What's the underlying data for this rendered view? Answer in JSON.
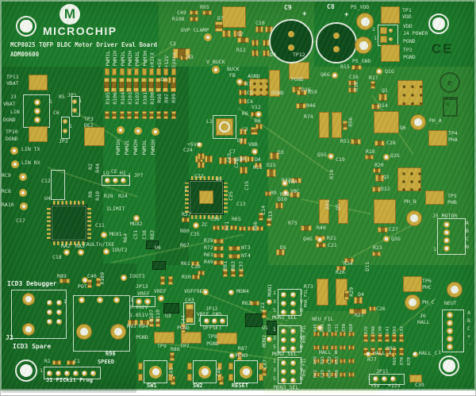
{
  "board": {
    "brand": "MICROCHIP",
    "logo_glyph": "M",
    "title": "MCP8025 TQFP BLDC Motor Driver Eval Board",
    "part_number": "ADM00600"
  },
  "symbols": {
    "ce": "CE",
    "emark": "e"
  },
  "colors": {
    "board_green": "#1b7a2b",
    "silkscreen": "#d9ead3",
    "pad_gold": "#c9a93c"
  },
  "labels": [
    [
      "R95",
      252,
      6
    ],
    [
      "C49",
      223,
      13
    ],
    [
      "R108",
      217,
      21
    ],
    [
      "OVP CLAMP",
      228,
      35
    ],
    [
      "D7",
      274,
      20
    ],
    [
      "Q7",
      299,
      40
    ],
    [
      "C10",
      322,
      26
    ],
    [
      "C9",
      358,
      6,
      "w",
      8
    ],
    [
      "+",
      381,
      14,
      "w",
      9
    ],
    [
      "C8",
      412,
      5,
      "w",
      8
    ],
    [
      "+",
      434,
      15,
      "w",
      9
    ],
    [
      "PS_VDD",
      442,
      6
    ],
    [
      "TP1",
      507,
      10
    ],
    [
      "VDD",
      507,
      18
    ],
    [
      "VDD",
      508,
      30
    ],
    [
      "J4 POWER",
      508,
      39
    ],
    [
      "PGND",
      508,
      49
    ],
    [
      "2",
      469,
      34
    ],
    [
      "1",
      471,
      45
    ],
    [
      "PS_GND",
      444,
      74
    ],
    [
      "TP2",
      508,
      60
    ],
    [
      "PGND",
      508,
      69
    ],
    [
      "C3",
      214,
      52
    ],
    [
      "R3",
      236,
      69
    ],
    [
      "R12",
      298,
      60
    ],
    [
      "D9",
      340,
      66
    ],
    [
      "V_BUCK",
      260,
      75
    ],
    [
      "BUCK",
      286,
      84
    ],
    [
      "FB",
      289,
      92
    ],
    [
      "AGND",
      312,
      93
    ],
    [
      "R7",
      309,
      103
    ],
    [
      "C5",
      311,
      114
    ],
    [
      "C4",
      311,
      125
    ],
    [
      "DGND",
      342,
      114
    ],
    [
      "TP12",
      369,
      66
    ],
    [
      "PGND",
      367,
      97
    ],
    [
      "PWM1L",
      133,
      64,
      "v"
    ],
    [
      "PWM1H",
      142,
      64,
      "v"
    ],
    [
      "PWM2L",
      152,
      64,
      "v"
    ],
    [
      "PWM2H",
      161,
      64,
      "v"
    ],
    [
      "PWM3L",
      170,
      64,
      "v"
    ],
    [
      "PWM3H",
      180,
      64,
      "v"
    ],
    [
      "+RIFX",
      189,
      66,
      "v"
    ],
    [
      "+5V",
      198,
      74,
      "v"
    ],
    [
      "+12V",
      207,
      70,
      "v"
    ],
    [
      "Spare",
      216,
      66,
      "v"
    ],
    [
      "R105",
      133,
      116,
      "v"
    ],
    [
      "R106",
      142,
      116,
      "v"
    ],
    [
      "R104",
      152,
      116,
      "v"
    ],
    [
      "R103",
      161,
      116,
      "v"
    ],
    [
      "R102",
      170,
      116,
      "v"
    ],
    [
      "R101",
      180,
      116,
      "v"
    ],
    [
      "R100",
      189,
      116,
      "v"
    ],
    [
      "R98",
      198,
      118,
      "v"
    ],
    [
      "R97",
      207,
      118,
      "v"
    ],
    [
      "R99",
      216,
      118,
      "v"
    ],
    [
      "PWM1H",
      146,
      176,
      "v"
    ],
    [
      "PWM2L",
      157,
      176,
      "v"
    ],
    [
      "PWM2H",
      168,
      176,
      "v"
    ],
    [
      "PWM3L",
      179,
      176,
      "v"
    ],
    [
      "PWM3H",
      190,
      176,
      "v"
    ],
    [
      "TP11",
      8,
      94
    ],
    [
      "VBAT",
      8,
      102
    ],
    [
      "J3",
      13,
      119
    ],
    [
      "VBAT",
      4,
      128
    ],
    [
      "LIN",
      13,
      138
    ],
    [
      "DGND",
      4,
      148
    ],
    [
      "1",
      62,
      125
    ],
    [
      "R5",
      74,
      119
    ],
    [
      "JP1",
      85,
      117
    ],
    [
      "1",
      99,
      124
    ],
    [
      "C6",
      67,
      139
    ],
    [
      "1",
      87,
      156
    ],
    [
      "JP2",
      74,
      175
    ],
    [
      "TP3",
      106,
      147
    ],
    [
      "DE2",
      106,
      155
    ],
    [
      "TP10",
      7,
      163
    ],
    [
      "DGND",
      7,
      172
    ],
    [
      "LIN TX",
      27,
      185
    ],
    [
      "LIN RX",
      27,
      202
    ],
    [
      "RC9",
      2,
      218
    ],
    [
      "RC8",
      2,
      238
    ],
    [
      "RA10",
      2,
      255
    ],
    [
      "C12",
      52,
      225
    ],
    [
      "U4",
      56,
      247
    ],
    [
      "C17",
      20,
      275
    ],
    [
      "R2",
      111,
      206,
      "v"
    ],
    [
      "R44",
      120,
      206,
      "v"
    ],
    [
      "LO",
      130,
      215
    ],
    [
      "CE",
      140,
      213
    ],
    [
      "HI",
      151,
      215
    ],
    [
      "1 JP7",
      161,
      218
    ],
    [
      "R8",
      111,
      241,
      "v"
    ],
    [
      "R10",
      120,
      241,
      "v"
    ],
    [
      "R28",
      131,
      244
    ],
    [
      "R24",
      149,
      244
    ],
    [
      "ILIMIT",
      134,
      260
    ],
    [
      "C11",
      120,
      281
    ],
    [
      "MUX1",
      138,
      292
    ],
    [
      "MUX2",
      164,
      279
    ],
    [
      "FAULTn/TXE",
      105,
      305
    ],
    [
      "R64",
      155,
      294,
      "v"
    ],
    [
      "RA2",
      77,
      307
    ],
    [
      "RA3",
      95,
      307
    ],
    [
      "IOUT2",
      141,
      312
    ],
    [
      "C18",
      66,
      321
    ],
    [
      "IOUT3",
      163,
      345
    ],
    [
      "D1",
      203,
      97
    ],
    [
      "C24",
      231,
      186
    ],
    [
      "+5V",
      236,
      179
    ],
    [
      "C7",
      289,
      188
    ],
    [
      "C53",
      294,
      198
    ],
    [
      "D2",
      299,
      174
    ],
    [
      "L1",
      260,
      150
    ],
    [
      "C22",
      245,
      219
    ],
    [
      "U5",
      272,
      223
    ],
    [
      "1",
      232,
      235
    ],
    [
      "R11",
      319,
      208
    ],
    [
      "C63",
      286,
      193,
      "v"
    ],
    [
      "C20",
      295,
      200,
      "v"
    ],
    [
      "C15",
      308,
      228,
      "v"
    ],
    [
      "C25",
      288,
      241,
      "v"
    ],
    [
      "C13",
      298,
      254
    ],
    [
      "R37",
      229,
      267
    ],
    [
      "ZC",
      254,
      280
    ],
    [
      "R80",
      227,
      288
    ],
    [
      "C35",
      240,
      292
    ],
    [
      "R67",
      227,
      306
    ],
    [
      "R79",
      257,
      300
    ],
    [
      "R72",
      257,
      309
    ],
    [
      "R63",
      257,
      318
    ],
    [
      "R49",
      257,
      327
    ],
    [
      "NT3",
      304,
      309
    ],
    [
      "NT4",
      304,
      319
    ],
    [
      "C30",
      241,
      333
    ],
    [
      "R61",
      228,
      329
    ],
    [
      "R50",
      229,
      346
    ],
    [
      "R81",
      281,
      329,
      "v"
    ],
    [
      "R83",
      291,
      329,
      "v"
    ],
    [
      "C37",
      301,
      329,
      "v"
    ],
    [
      "C51",
      168,
      290,
      "v"
    ],
    [
      "C38",
      179,
      290,
      "v"
    ],
    [
      "R82",
      189,
      290,
      "v"
    ],
    [
      "U6",
      195,
      309
    ],
    [
      "C36",
      265,
      273
    ],
    [
      "R65",
      292,
      273
    ],
    [
      "R71",
      283,
      279,
      "v"
    ],
    [
      "R66",
      319,
      279,
      "v"
    ],
    [
      "V12",
      317,
      132
    ],
    [
      "R6",
      305,
      140
    ],
    [
      "D6",
      321,
      149
    ],
    [
      "C2",
      305,
      160
    ],
    [
      "VBB",
      313,
      179
    ],
    [
      "D8",
      302,
      197
    ],
    [
      "D4",
      321,
      198
    ],
    [
      "D3",
      350,
      189
    ],
    [
      "VBA",
      363,
      226
    ],
    [
      "VBC",
      366,
      238
    ],
    [
      "R9",
      341,
      240
    ],
    [
      "D10",
      350,
      248
    ],
    [
      "C14",
      329,
      259,
      "v"
    ],
    [
      "R13",
      338,
      266,
      "v"
    ],
    [
      "D5",
      353,
      309
    ],
    [
      "D15",
      336,
      205
    ],
    [
      "R43",
      355,
      224
    ],
    [
      "R36",
      353,
      242
    ],
    [
      "R74",
      383,
      144
    ],
    [
      "R75",
      363,
      278
    ],
    [
      "R40",
      399,
      284
    ],
    [
      "Q4G",
      382,
      298
    ],
    [
      "R21",
      412,
      297
    ],
    [
      "C21",
      413,
      306
    ],
    [
      "R19",
      415,
      214,
      "v"
    ],
    [
      "R41",
      410,
      252,
      "v"
    ],
    [
      "Q5",
      423,
      257,
      "v"
    ],
    [
      "Q5G",
      400,
      192
    ],
    [
      "C19",
      423,
      198
    ],
    [
      "R51",
      429,
      175
    ],
    [
      "R56",
      439,
      148,
      "v"
    ],
    [
      "D16",
      380,
      110
    ],
    [
      "R59",
      388,
      113
    ],
    [
      "R46",
      386,
      130
    ],
    [
      "Q6G",
      404,
      91
    ],
    [
      "R15",
      429,
      81
    ],
    [
      "C16",
      440,
      94
    ],
    [
      "R17",
      465,
      95
    ],
    [
      "Q1",
      481,
      111
    ],
    [
      "D14",
      477,
      130
    ],
    [
      "R16",
      446,
      103,
      "v"
    ],
    [
      "Q1G",
      485,
      87
    ],
    [
      "R18",
      461,
      188
    ],
    [
      "C28",
      487,
      177
    ],
    [
      "Q2G",
      492,
      193
    ],
    [
      "R20",
      472,
      205
    ],
    [
      "Q2",
      483,
      220
    ],
    [
      "D12",
      480,
      235
    ],
    [
      "Q3G",
      493,
      298
    ],
    [
      "R23",
      470,
      309
    ],
    [
      "C27",
      490,
      286
    ],
    [
      "Q6",
      504,
      158
    ],
    [
      "PH_A",
      541,
      149
    ],
    [
      "TP4",
      565,
      165
    ],
    [
      "PHA",
      565,
      173
    ],
    [
      "PH_B",
      509,
      251
    ],
    [
      "TP5",
      564,
      244
    ],
    [
      "PHB",
      564,
      252
    ],
    [
      "J5 MOTOR",
      545,
      269
    ],
    [
      "A",
      587,
      278
    ],
    [
      "B",
      587,
      288
    ],
    [
      "C",
      587,
      298
    ],
    [
      "N",
      587,
      308
    ],
    [
      "1",
      546,
      311
    ],
    [
      "ICD3 Debugger",
      9,
      354,
      "w",
      8
    ],
    [
      "J2",
      7,
      422,
      "w",
      8
    ],
    [
      "ICD3 Spare",
      16,
      433,
      "w",
      8
    ],
    [
      "R89",
      72,
      345
    ],
    [
      "POT",
      98,
      358
    ],
    [
      "C40",
      110,
      345
    ],
    [
      "R109",
      126,
      343,
      "v"
    ],
    [
      "R96",
      133,
      443,
      "w",
      7
    ],
    [
      "SPEED",
      123,
      453,
      "w",
      7
    ],
    [
      "R1",
      56,
      452
    ],
    [
      "C1",
      93,
      452
    ],
    [
      "1",
      50,
      464
    ],
    [
      "J1 PICkit Prog",
      58,
      476,
      "w",
      7
    ],
    [
      "1",
      80,
      377
    ],
    [
      "JP13",
      171,
      358
    ],
    [
      "VREF",
      173,
      367
    ],
    [
      "1",
      164,
      375
    ],
    [
      "VREF",
      194,
      364
    ],
    [
      "0.992V",
      163,
      384
    ],
    [
      "1.651V",
      163,
      394
    ],
    [
      "R93",
      160,
      408
    ],
    [
      "R94",
      175,
      408
    ],
    [
      "R107",
      188,
      390,
      "v"
    ],
    [
      "R110",
      196,
      390,
      "v"
    ],
    [
      "U3",
      208,
      395
    ],
    [
      "C44",
      228,
      397,
      "v"
    ],
    [
      "C43",
      233,
      375
    ],
    [
      "VOFFSET",
      232,
      364
    ],
    [
      "JP12",
      259,
      386
    ],
    [
      "VREF GND",
      248,
      393
    ],
    [
      "1",
      249,
      400
    ],
    [
      "OFFSET",
      256,
      410
    ],
    [
      "PGND",
      223,
      410
    ],
    [
      "PGND",
      171,
      422
    ],
    [
      "TP9",
      198,
      433
    ],
    [
      "R86",
      215,
      437
    ],
    [
      "TP7",
      227,
      433
    ],
    [
      "TP8",
      262,
      421
    ],
    [
      "PGND",
      260,
      430
    ],
    [
      "R87",
      300,
      436
    ],
    [
      "MON4",
      298,
      364
    ],
    [
      "R62",
      305,
      379
    ],
    [
      "MON3",
      297,
      445
    ],
    [
      "SW1",
      185,
      483,
      "w",
      7
    ],
    [
      "SW2",
      243,
      483,
      "w",
      7
    ],
    [
      "RESET",
      292,
      483,
      "w",
      7
    ],
    [
      "C45",
      213,
      463,
      "v"
    ],
    [
      "C46",
      273,
      463,
      "v"
    ],
    [
      "MON1",
      337,
      358,
      "v"
    ],
    [
      "C23",
      328,
      381,
      "v"
    ],
    [
      "MON1_SEL",
      343,
      397
    ],
    [
      "U1",
      330,
      410
    ],
    [
      "MON2",
      330,
      422,
      "v"
    ],
    [
      "MON2_SEL",
      343,
      443
    ],
    [
      "C47",
      331,
      453,
      "v"
    ],
    [
      "MON3_SEL",
      345,
      485
    ],
    [
      "1",
      344,
      366
    ],
    [
      "3",
      344,
      377
    ],
    [
      "5",
      344,
      388
    ],
    [
      "I",
      378,
      366
    ],
    [
      "V",
      378,
      377
    ],
    [
      "H",
      378,
      388
    ],
    [
      "1",
      344,
      412
    ],
    [
      "3",
      344,
      423
    ],
    [
      "5",
      344,
      434
    ],
    [
      "I",
      378,
      412
    ],
    [
      "V",
      378,
      423
    ],
    [
      "H",
      378,
      434
    ],
    [
      "1",
      344,
      452
    ],
    [
      "3",
      344,
      463
    ],
    [
      "5",
      344,
      474
    ],
    [
      "I",
      378,
      452
    ],
    [
      "V",
      378,
      463
    ],
    [
      "H",
      378,
      474
    ],
    [
      "R73",
      383,
      358
    ],
    [
      "R26",
      423,
      340
    ],
    [
      "R34",
      433,
      329
    ],
    [
      "D11",
      460,
      330,
      "v"
    ],
    [
      "R29",
      440,
      362,
      "v"
    ],
    [
      "Q4",
      451,
      368
    ],
    [
      "R27",
      447,
      394
    ],
    [
      "NEU_FIL",
      393,
      399
    ],
    [
      "PHA_FIL",
      384,
      364,
      "v",
      5.5
    ],
    [
      "PHB_FIL",
      382,
      409,
      "v",
      5.5
    ],
    [
      "PHC_FIL",
      382,
      451,
      "v",
      5.5
    ],
    [
      "HALL_B",
      402,
      441
    ],
    [
      "R45",
      396,
      408,
      "v",
      5.5
    ],
    [
      "R55",
      405,
      408,
      "v",
      5.5
    ],
    [
      "R58",
      414,
      408,
      "v",
      5.5
    ],
    [
      "C31",
      423,
      408,
      "v",
      5.5
    ],
    [
      "R38",
      432,
      408,
      "v",
      5.5
    ],
    [
      "R60",
      441,
      408,
      "v",
      5.5
    ],
    [
      "R39",
      396,
      449,
      "v",
      5.5
    ],
    [
      "R33",
      405,
      449,
      "v",
      5.5
    ],
    [
      "C32",
      414,
      449,
      "v",
      5.5
    ],
    [
      "R53",
      423,
      449,
      "v",
      5.5
    ],
    [
      "R42",
      396,
      466,
      "v",
      5.5
    ],
    [
      "C33",
      405,
      466,
      "v",
      5.5
    ],
    [
      "R54",
      414,
      466,
      "v",
      5.5
    ],
    [
      "R30",
      423,
      466,
      "v",
      5.5
    ],
    [
      "R91",
      487,
      436
    ],
    [
      "HALL_A",
      470,
      442
    ],
    [
      "HALL_C",
      528,
      442
    ],
    [
      "R77",
      463,
      450
    ],
    [
      "R76",
      460,
      411,
      "v",
      5.5
    ],
    [
      "R90",
      469,
      411,
      "v",
      5.5
    ],
    [
      "C40",
      478,
      411,
      "v",
      5.5
    ],
    [
      "C41",
      487,
      411,
      "v",
      5.5
    ],
    [
      "R92",
      496,
      411,
      "v",
      5.5
    ],
    [
      "C42",
      505,
      411,
      "v",
      5.5
    ],
    [
      "R69",
      496,
      450,
      "v",
      5.5
    ],
    [
      "R70",
      505,
      450,
      "v",
      5.5
    ],
    [
      "R78",
      514,
      450,
      "v",
      5.5
    ],
    [
      "JP11",
      474,
      465
    ],
    [
      "1",
      463,
      474
    ],
    [
      "+5v",
      467,
      483
    ],
    [
      "+12v",
      489,
      483
    ],
    [
      "C39",
      523,
      482
    ],
    [
      "TP6",
      532,
      351
    ],
    [
      "PHC",
      532,
      359
    ],
    [
      "PH_C",
      532,
      378
    ],
    [
      "NEUT",
      560,
      379
    ],
    [
      "C26",
      474,
      386
    ],
    [
      "J6",
      529,
      395
    ],
    [
      "HALL",
      526,
      403
    ],
    [
      "A",
      589,
      391
    ],
    [
      "B",
      589,
      401
    ],
    [
      "C",
      589,
      411
    ],
    [
      "+",
      589,
      421
    ],
    [
      "-",
      590,
      430
    ],
    [
      "1",
      552,
      441
    ]
  ]
}
